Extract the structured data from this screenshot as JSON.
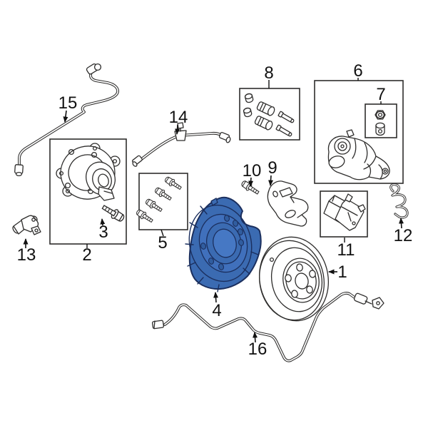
{
  "diagram": {
    "background": "#ffffff",
    "kind": "exploded-parts-diagram"
  },
  "palette": {
    "background": "#ffffff",
    "line": "#2e2d2c",
    "label": "#111111",
    "hl_fill": "#3b6bb2",
    "hl_fill_light": "#4070bc",
    "hl_fill_lighter": "#4678c4",
    "hl_fill_dark": "#315d9f",
    "hl_stroke": "#1b2f5e"
  },
  "callouts": [
    {
      "number": "1",
      "boxed": false,
      "highlighted": false
    },
    {
      "number": "2",
      "boxed": true,
      "highlighted": false
    },
    {
      "number": "3",
      "boxed": false,
      "highlighted": false
    },
    {
      "number": "4",
      "boxed": false,
      "highlighted": true
    },
    {
      "number": "5",
      "boxed": true,
      "highlighted": false
    },
    {
      "number": "6",
      "boxed": true,
      "highlighted": false
    },
    {
      "number": "7",
      "boxed": true,
      "highlighted": false
    },
    {
      "number": "8",
      "boxed": true,
      "highlighted": false
    },
    {
      "number": "9",
      "boxed": false,
      "highlighted": false
    },
    {
      "number": "10",
      "boxed": false,
      "highlighted": false
    },
    {
      "number": "11",
      "boxed": true,
      "highlighted": false
    },
    {
      "number": "12",
      "boxed": false,
      "highlighted": false
    },
    {
      "number": "13",
      "boxed": false,
      "highlighted": false
    },
    {
      "number": "14",
      "boxed": false,
      "highlighted": false
    },
    {
      "number": "15",
      "boxed": false,
      "highlighted": false
    },
    {
      "number": "16",
      "boxed": false,
      "highlighted": false
    }
  ]
}
